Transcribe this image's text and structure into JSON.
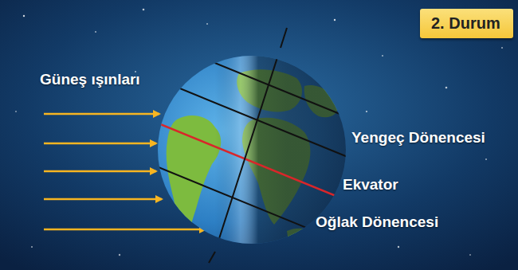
{
  "diagram": {
    "nodes": [
      {
        "text": [
          "2. Durum"
        ]
      }
    ],
    "labels": [
      "Güneş ışınları",
      "Yengeç Dönencesi",
      "Ekvator",
      "Oğlak Dönencesi"
    ]
  }
}
